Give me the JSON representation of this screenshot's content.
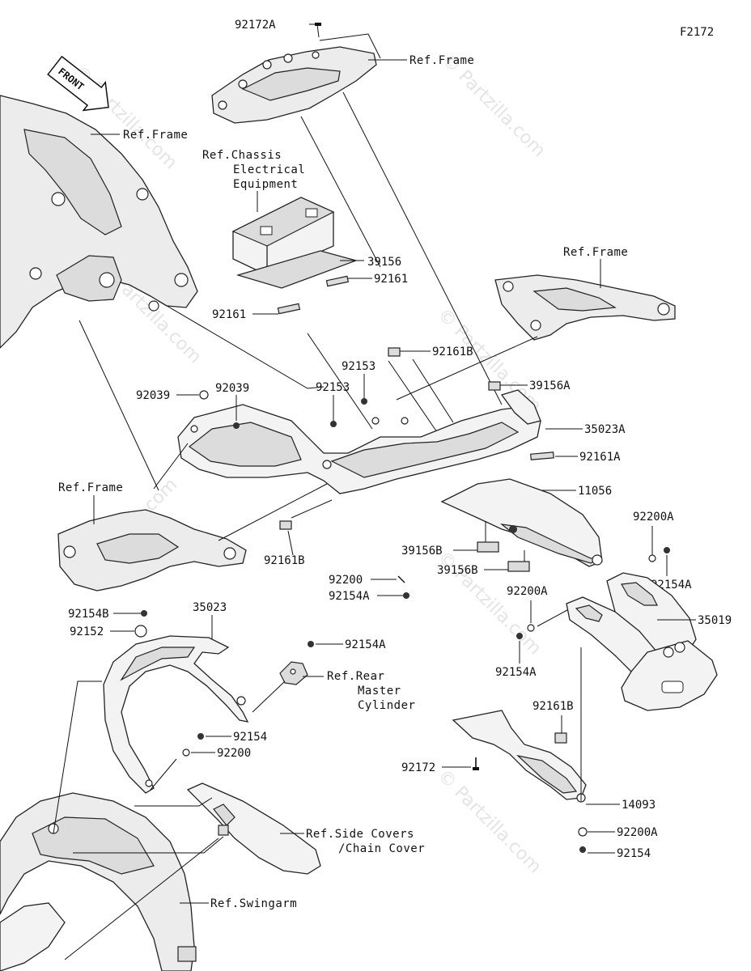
{
  "diagram_id": "F2172",
  "front_label": "FRONT",
  "watermark": "© Partzilla.com",
  "refs": {
    "frame_top": "Ref.Frame",
    "frame_left": "Ref.Frame",
    "frame_right": "Ref.Frame",
    "frame_lower": "Ref.Frame",
    "chassis_1": "Ref.Chassis",
    "chassis_2": "Electrical",
    "chassis_3": "Equipment",
    "rear_master_1": "Ref.Rear",
    "rear_master_2": "Master",
    "rear_master_3": "Cylinder",
    "side_covers_1": "Ref.Side Covers",
    "side_covers_2": "/Chain Cover",
    "swingarm": "Ref.Swingarm"
  },
  "parts": {
    "p92172A": "92172A",
    "p39156": "39156",
    "p92161_a": "92161",
    "p92161_b": "92161",
    "p92161B_a": "92161B",
    "p92153_a": "92153",
    "p92153_b": "92153",
    "p39156A": "39156A",
    "p92039_a": "92039",
    "p92039_b": "92039",
    "p35023A": "35023A",
    "p92161A": "92161A",
    "p11056": "11056",
    "p92161B_b": "92161B",
    "p39156B_a": "39156B",
    "p39156B_b": "39156B",
    "p92200_a": "92200",
    "p92154A_a": "92154A",
    "p92200A_a": "92200A",
    "p92200A_b": "92200A",
    "p92154A_b": "92154A",
    "p35019": "35019",
    "p92154A_c": "92154A",
    "p92154B": "92154B",
    "p92152": "92152",
    "p35023": "35023",
    "p92154A_d": "92154A",
    "p92154_a": "92154",
    "p92200_b": "92200",
    "p92161B_c": "92161B",
    "p92172": "92172",
    "p14093": "14093",
    "p92200A_c": "92200A",
    "p92154_b": "92154"
  }
}
